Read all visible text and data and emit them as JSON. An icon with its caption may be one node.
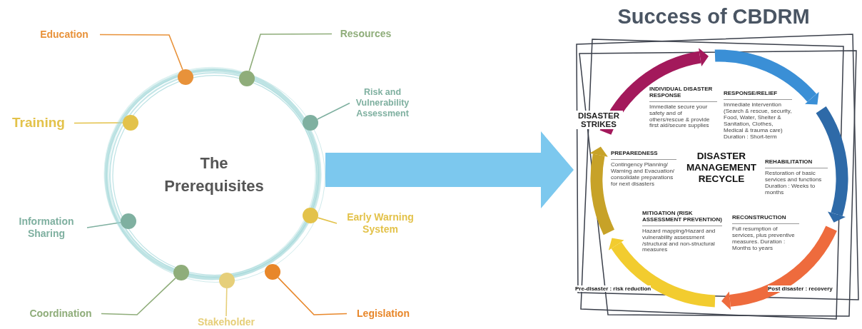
{
  "diagram": {
    "nodes": [
      {
        "text": [
          "The Prerequisites"
        ]
      },
      {
        "text": [
          "Education"
        ]
      },
      {
        "text": [
          "Resources"
        ]
      },
      {
        "text": [
          "Risk and Vulnerability Assessment"
        ]
      },
      {
        "text": [
          "Training"
        ]
      },
      {
        "text": [
          "Early Warning System"
        ]
      },
      {
        "text": [
          "Information Sharing"
        ]
      },
      {
        "text": [
          "Coordination"
        ]
      },
      {
        "text": [
          "Stakeholder"
        ]
      },
      {
        "text": [
          "Legislation"
        ]
      },
      {
        "text": [],
        "shape": "circle",
        "in": 0
      },
      {
        "text": [],
        "shape": "circle",
        "in": 0
      },
      {
        "text": [],
        "shape": "circle",
        "in": 0
      },
      {
        "text": [],
        "shape": "circle",
        "in": 0
      },
      {
        "text": [],
        "shape": "circle",
        "in": 0
      },
      {
        "text": [],
        "shape": "circle",
        "in": 0
      },
      {
        "text": [],
        "shape": "circle",
        "in": 0
      },
      {
        "text": [],
        "shape": "circle",
        "in": 0
      },
      {
        "text": [],
        "shape": "circle",
        "in": 0
      },
      {
        "text": [
          "Success of CBDRM"
        ]
      },
      {
        "text": [
          "DISASTER STRIKES"
        ],
        "in": 19
      },
      {
        "text": [
          "INDIVIDUAL DISASTER RESPONSE",
          "Immediate secure your safety and of others/rescue & provide first aid/secure supplies"
        ],
        "in": 19
      },
      {
        "text": [
          "RESPONSE/RELIEF",
          "Immediate intervention (Search & rescue, security, Food, Water, Shelter & Sanitation, Clothes, Medical & trauma care) Duration : Short-term"
        ],
        "in": 19
      },
      {
        "text": [
          "PREPAREDNESS",
          "Contingency Planning/ Warning and Evacuation/ consolidate preparations for next disasters"
        ],
        "in": 19
      },
      {
        "text": [
          "DISASTER MANAGEMENT RECYCLE"
        ],
        "in": 19
      },
      {
        "text": [
          "REHABILITATION",
          "Restoration of basic services and functions Duration : Weeks to months"
        ],
        "in": 19
      },
      {
        "text": [
          "MITIGATION (RISK ASSESSMENT PREVENTION)",
          "Hazard mapping/Hazard and vulnerability assessment /structural and non-structural measures"
        ],
        "in": 19
      },
      {
        "text": [
          "RECONSTRUCTION",
          "Full resumption of services, plus preventive measures. Duration : Months to years"
        ],
        "in": 19
      }
    ],
    "edges": [
      {
        "from": 1,
        "to": 10,
        "arrow": "none",
        "color": "#e8923a"
      },
      {
        "from": 2,
        "to": 11,
        "arrow": "none",
        "color": "#8fad7a"
      },
      {
        "from": 4,
        "to": 12,
        "arrow": "none",
        "color": "#e3c24a"
      },
      {
        "from": 3,
        "to": 13,
        "arrow": "none",
        "color": "#7fb0a0"
      },
      {
        "from": 5,
        "to": 14,
        "arrow": "none",
        "color": "#e3c24a"
      },
      {
        "from": 6,
        "to": 15,
        "arrow": "none",
        "color": "#7fb0a0"
      },
      {
        "from": 9,
        "to": 16,
        "arrow": "none",
        "color": "#e8872a"
      },
      {
        "from": 7,
        "to": 17,
        "arrow": "none",
        "color": "#8fad7a"
      },
      {
        "from": 8,
        "to": 18,
        "arrow": "none",
        "color": "#e6cf7a"
      },
      {
        "from": 0,
        "to": 19,
        "arrow": "to",
        "style": "thick",
        "color": "#7cc8ee"
      }
    ],
    "labels": [
      "Pre-disaster : risk reduction",
      "Post disaster : recovery"
    ]
  }
}
